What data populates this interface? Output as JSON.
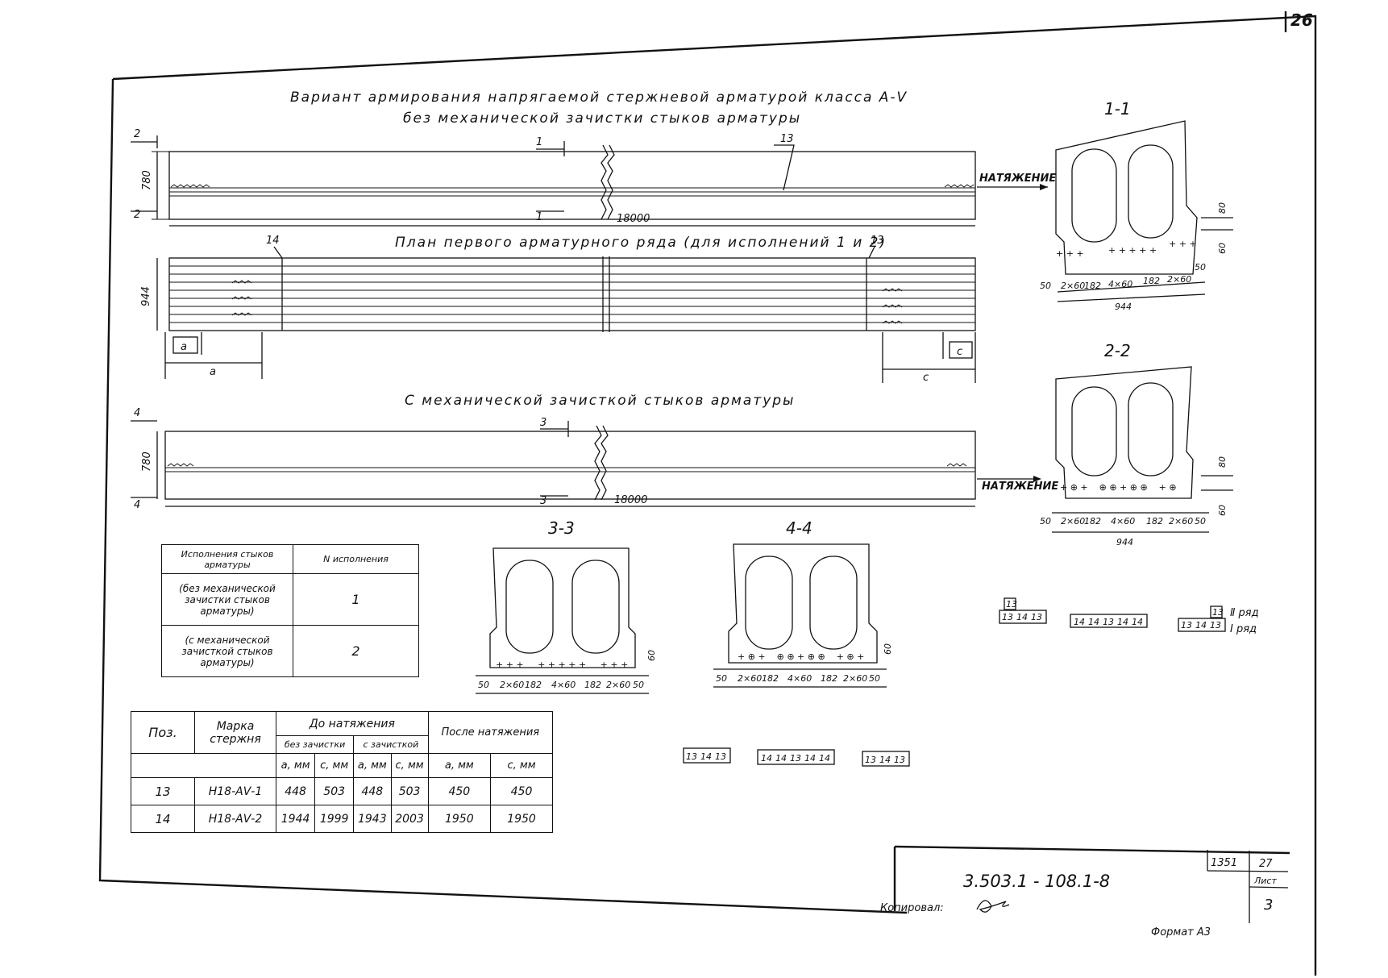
{
  "sheet_corner_number": "26",
  "title": {
    "line1": "Вариант армирования напрягаемой стержневой арматурой класса А-Ⅴ",
    "line2": "без механической зачистки стыков арматуры"
  },
  "plan_title": "План первого арматурного ряда (для исполнений 1 и 2)",
  "mech_title": "С механической зачисткой стыков арматуры",
  "elevation1": {
    "height": "780",
    "length": "18000",
    "tension_label": "НАТЯЖЕНИЕ",
    "cut_top": "1",
    "cut_bottom": "1",
    "cut_left_top": "2",
    "cut_left_bottom": "2",
    "bar_mark": "13"
  },
  "plan": {
    "width": "944",
    "bar_left": "14",
    "bar_right": "13",
    "dim_a_small": "a",
    "dim_a_large": "a",
    "dim_c_small": "c",
    "dim_c_large": "c"
  },
  "elevation2": {
    "height": "780",
    "length": "18000",
    "tension_label": "НАТЯЖЕНИЕ",
    "cut_top": "3",
    "cut_bottom": "3",
    "cut_left_top": "4",
    "cut_left_bottom": "4"
  },
  "sections": {
    "s11": {
      "label": "1-1",
      "d80": "80",
      "d60": "60",
      "d50": "50",
      "width": "944",
      "dims": [
        "50",
        "2×60",
        "182",
        "4×60",
        "182",
        "2×60"
      ]
    },
    "s22": {
      "label": "2-2",
      "d80": "80",
      "d60": "60",
      "d50": "50",
      "width": "944",
      "dims": [
        "50",
        "2×60",
        "182",
        "4×60",
        "182",
        "2×60"
      ]
    },
    "s33": {
      "label": "3-3",
      "d60": "60",
      "dims": [
        "50",
        "2×60",
        "182",
        "4×60",
        "182",
        "2×60",
        "50"
      ]
    },
    "s44": {
      "label": "4-4",
      "d60": "60",
      "dims": [
        "50",
        "2×60",
        "182",
        "4×60",
        "182",
        "2×60",
        "50"
      ]
    }
  },
  "row_scheme": {
    "row2_label": "Ⅱ ряд",
    "row1_label": "Ⅰ ряд",
    "row2_cells": [
      "13",
      "13"
    ],
    "row1_cells": [
      "13",
      "14",
      "13",
      "14",
      "14",
      "13",
      "14",
      "14",
      "13",
      "14",
      "13"
    ],
    "bottom_cells": [
      "13",
      "14",
      "13",
      "14",
      "14",
      "13",
      "14",
      "14",
      "13",
      "14",
      "13"
    ]
  },
  "variants_table": {
    "header_col1": "Исполнения стыков арматуры",
    "header_col2": "N исполнения",
    "rows": [
      {
        "desc": "(без механической зачистки стыков арматуры)",
        "num": "1"
      },
      {
        "desc": "(с механической зачисткой стыков арматуры)",
        "num": "2"
      }
    ]
  },
  "spec_table": {
    "h_pos": "Поз.",
    "h_mark": "Марка стержня",
    "h_before": "До натяжения",
    "h_no_clean": "без зачистки",
    "h_clean": "с зачисткой",
    "h_after": "После натяжения",
    "h_a": "a, мм",
    "h_c": "c, мм",
    "rows": [
      {
        "pos": "13",
        "mark": "Н18-АⅤ-1",
        "a1": "448",
        "c1": "503",
        "a2": "448",
        "c2": "503",
        "a3": "450",
        "c3": "450"
      },
      {
        "pos": "14",
        "mark": "Н18-АⅤ-2",
        "a1": "1944",
        "c1": "1999",
        "a2": "1943",
        "c2": "2003",
        "a3": "1950",
        "c3": "1950"
      }
    ]
  },
  "title_block": {
    "code": "3.503.1 - 108.1-8",
    "num1": "1351",
    "num2": "27",
    "sheet_label": "Лист",
    "sheet_num": "3",
    "copied": "Копировал:",
    "format": "Формат А3"
  }
}
